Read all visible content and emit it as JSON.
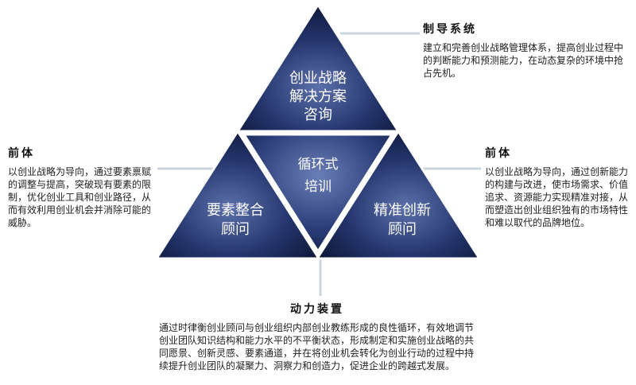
{
  "colors": {
    "triangle_dark": "#0e1735",
    "triangle_mid": "#2a3c78",
    "triangle_light": "#6b7fb8",
    "connector": "#c9d6dc",
    "divider": "#ffffff"
  },
  "pyramid": {
    "top_label": [
      "创业战略",
      "解决方案",
      "咨询"
    ],
    "center_label": [
      "循环式",
      "培训"
    ],
    "left_label": [
      "要素整合",
      "顾问"
    ],
    "right_label": [
      "精准创新",
      "顾问"
    ]
  },
  "boxes": {
    "top": {
      "title": "制导系统",
      "text": "建立和完善创业战略管理体系，提高创业过程中的判断能力和预测能力，在动态复杂的环境中抢占先机。"
    },
    "left": {
      "title": "前体",
      "text": "以创业战略为导向，通过要素禀赋的调整与提高，突破现有要素的限制，优化创业工具和创业路径，从而有效利用创业机会并消除可能的威胁。"
    },
    "right": {
      "title": "前体",
      "text": "以创业战略为导向，通过创新能力的构建与改进，使市场需求、价值追求、资源能力实现精准对接，从而塑造出创业组织独有的市场特性和难以取代的品牌地位。"
    },
    "bottom": {
      "title": "动力装置",
      "text": "通过时律衡创业顾问与创业组织内部创业教练形成的良性循环，有效地调节创业团队知识结构和能力水平的不平衡状态，形成制定和实施创业战略的共同愿景、创新灵感、要素通道，并在将创业机会转化为创业行动的过程中持续提升创业团队的凝聚力、洞察力和创造力，促进企业的跨越式发展。"
    }
  }
}
